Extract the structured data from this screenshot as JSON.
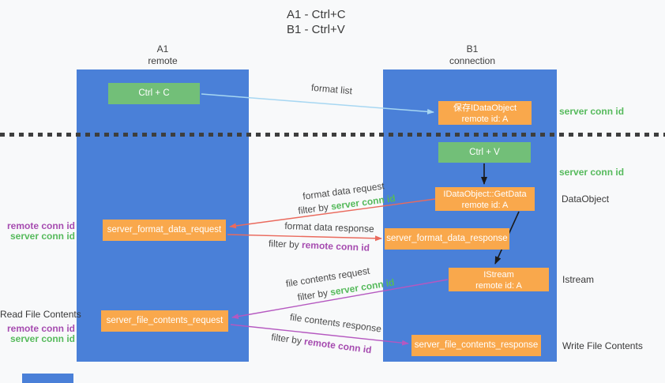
{
  "title": {
    "line1": "A1 - Ctrl+C",
    "line2": "B1 - Ctrl+V"
  },
  "columns": {
    "left": {
      "name": "A1",
      "subtitle": "remote"
    },
    "right": {
      "name": "B1",
      "subtitle": "connection"
    }
  },
  "boxes": {
    "ctrl_c": {
      "label": "Ctrl + C"
    },
    "ctrl_v": {
      "label": "Ctrl + V"
    },
    "save_idataobject": {
      "line1": "保存IDataObject",
      "line2": "remote id: A"
    },
    "getdata": {
      "line1": "IDataObject::GetData",
      "line2": "remote id: A"
    },
    "istream": {
      "line1": "IStream",
      "line2": "remote id: A"
    },
    "server_format_data_request": {
      "label": "server_format_data_request"
    },
    "server_format_data_response": {
      "label": "server_format_data_response"
    },
    "server_file_contents_request": {
      "label": "server_file_contents_request"
    },
    "server_file_contents_response": {
      "label": "server_file_contents_response"
    }
  },
  "arrow_labels": {
    "format_list": "format list",
    "format_data_request": "format data request",
    "format_data_response": "format data response",
    "file_contents_request": "file contents request",
    "file_contents_response": "file contents response",
    "filter_by": "filter by",
    "server_conn_id": "server conn id",
    "remote_conn_id": "remote conn id"
  },
  "side_labels": {
    "server_conn_id_top": "server conn id",
    "server_conn_id_mid": "server conn id",
    "dataobject": "DataObject",
    "istream": "Istream",
    "write_file_contents": "Write File Contents",
    "read_file_contents": "Read File Contents",
    "remote_conn_id_format": "remote conn id",
    "server_conn_id_format": "server conn id",
    "remote_conn_id_file": "remote conn id",
    "server_conn_id_file": "server conn id"
  },
  "colors": {
    "background": "#f8f9fa",
    "column_blue": "#4a80d8",
    "box_green": "#72bf78",
    "box_orange": "#f9a84c",
    "text_green": "#56ba5c",
    "text_purple": "#a64cb0",
    "arrow_red": "#ea6a5d",
    "arrow_magenta": "#b558c0",
    "arrow_light_blue": "#a7d7f2",
    "arrow_black": "#1a1a1a"
  }
}
